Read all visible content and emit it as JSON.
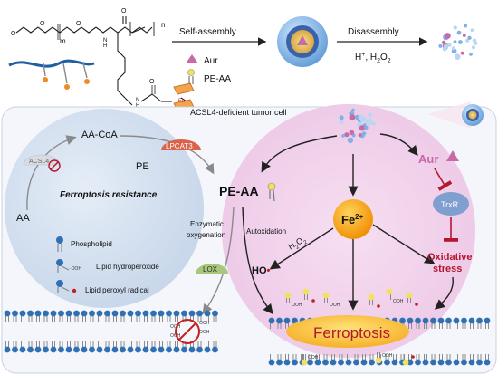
{
  "top": {
    "n_m": "m",
    "n_n": "n",
    "fe_label": "Fe",
    "step1_label": "Self-assembly",
    "step2_label": "Disassembly",
    "step2_cond_a": "H",
    "step2_cond_sup": "+",
    "step2_cond_b": ", H",
    "step2_cond_sub": "2",
    "step2_cond_c": "O",
    "step2_cond_sub2": "2",
    "legend_aur": "Aur",
    "legend_peaa": "PE-AA"
  },
  "cell": {
    "title": "ACSL4-deficient tumor cell",
    "aa_coa": "AA-CoA",
    "pe": "PE",
    "lpcat3": "LPCAT3",
    "acsl4": "ACSL4",
    "aa": "AA",
    "resistance": "Ferroptosis resistance",
    "pe_aa": "PE-AA",
    "enzymatic_a": "Enzymatic",
    "enzymatic_b": "oxygenation",
    "autoxidation": "Autoxidation",
    "lox": "LOX",
    "ho": "HO",
    "h2o2_a": "H",
    "h2o2_sub1": "2",
    "h2o2_b": "O",
    "h2o2_sub2": "2",
    "fe_center": "Fe",
    "fe_sup": "2+",
    "aur": "Aur",
    "trxr": "TrxR",
    "oxidative_a": "Oxidative",
    "oxidative_b": "stress",
    "ferroptosis": "Ferroptosis",
    "legend": {
      "phospholipid": "Phospholipid",
      "hydroperoxide": "Lipid hydroperoxide",
      "peroxyl": "Lipid peroxyl radical"
    },
    "ooh": "OOH"
  },
  "colors": {
    "lipid_head": "#2f6fb3",
    "lipid_head_yellow": "#f2e25a",
    "aur_triangle": "#c86aa8",
    "ferroptosis_fill": "#f5b523",
    "fe_fill": "#f39c12",
    "red_text": "#b3172e",
    "lpcat3_fill": "#d9644a",
    "lox_fill": "#a7c87a",
    "trxr_fill": "#7f9fd0"
  }
}
